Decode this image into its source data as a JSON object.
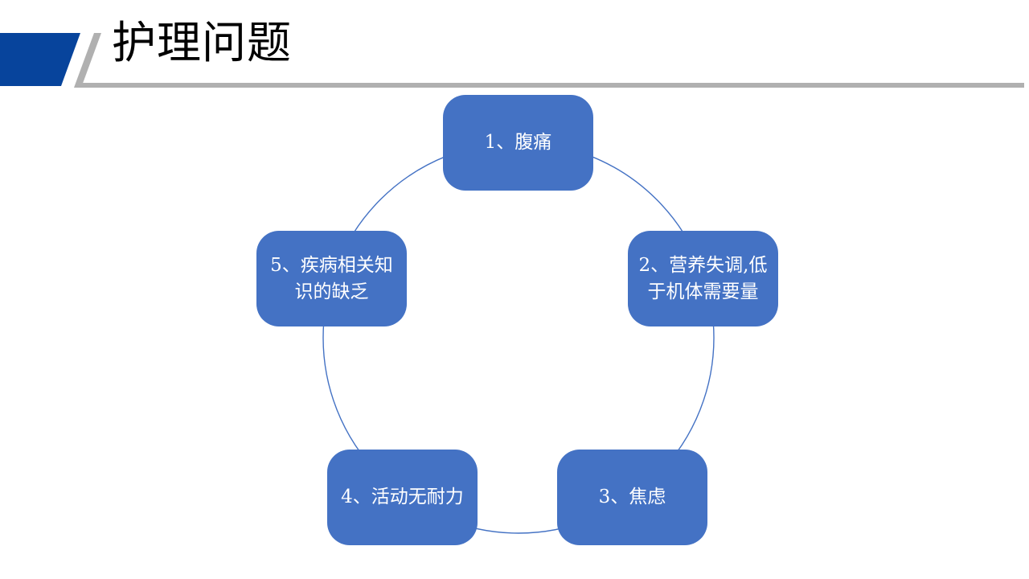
{
  "header": {
    "title": "护理问题"
  },
  "colors": {
    "accent_box_blue": "#4472C4",
    "accent_dark_blue": "#07449C",
    "decoration_gray": "#B0B0B0",
    "node_text_white": "#FFFFFF",
    "title_black": "#000000",
    "circle_stroke_blue": "#4472C4"
  },
  "diagram": {
    "type": "cycle",
    "node_count": 5,
    "nodes": [
      {
        "label": "1、腹痛"
      },
      {
        "label": "2、营养失调,低于机体需要量"
      },
      {
        "label": "3、焦虑"
      },
      {
        "label": "4、活动无耐力"
      },
      {
        "label": "5、疾病相关知识的缺乏"
      }
    ]
  }
}
